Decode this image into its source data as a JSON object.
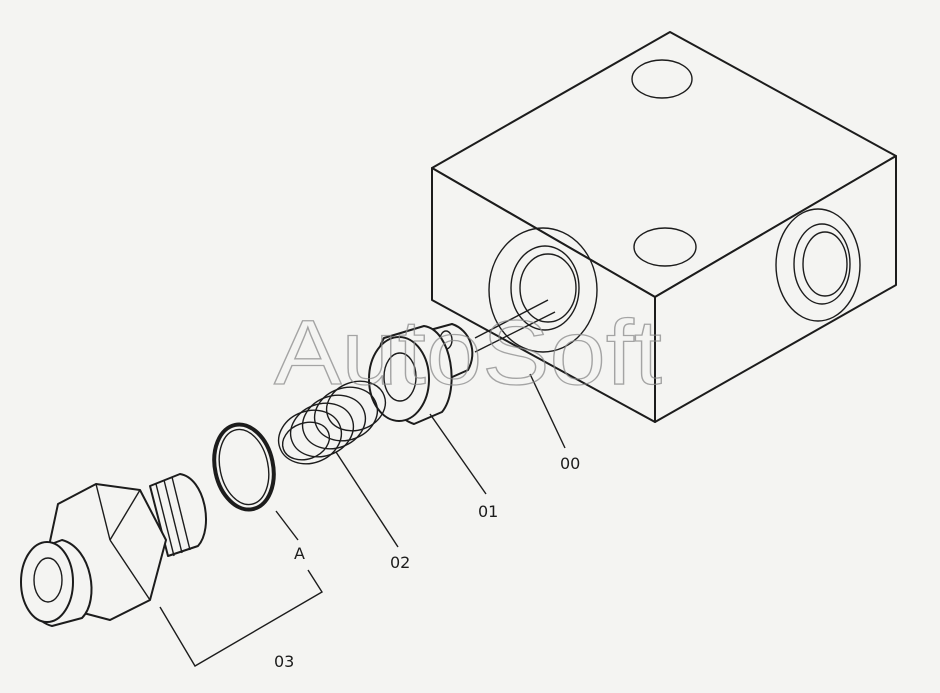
{
  "watermark": "AutoSoft",
  "callouts": {
    "valve_body": "00",
    "poppet": "01",
    "spring": "02",
    "o_ring": "A",
    "fitting": "03"
  }
}
